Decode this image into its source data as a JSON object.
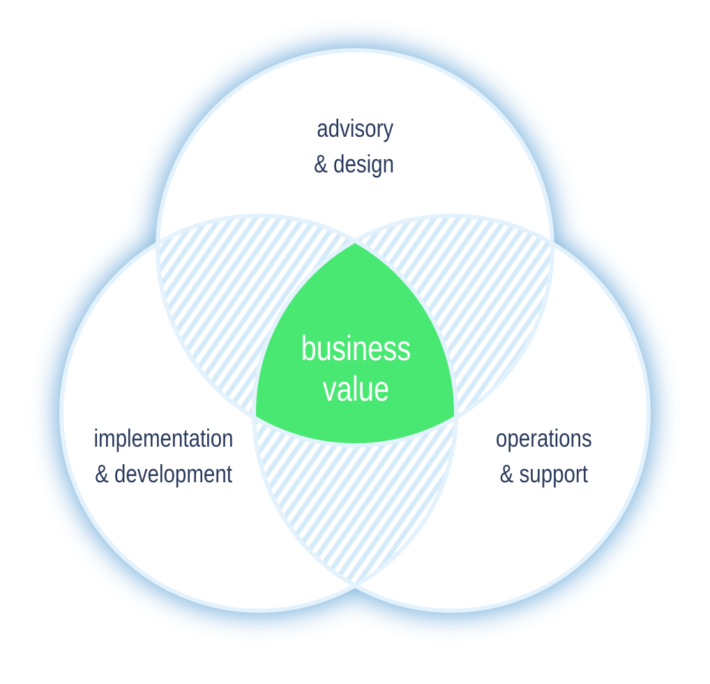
{
  "diagram": {
    "type": "venn",
    "sets": [
      {
        "id": "top",
        "label_lines": [
          "advisory",
          "& design"
        ]
      },
      {
        "id": "left",
        "label_lines": [
          "implementation",
          "& development"
        ]
      },
      {
        "id": "right",
        "label_lines": [
          "operations",
          "& support"
        ]
      }
    ],
    "center": {
      "label_lines": [
        "business",
        "value"
      ]
    },
    "colors": {
      "circle_fill": "#ffffff",
      "circle_stroke": "#e3f2fd",
      "glow": "#5a9fd4",
      "hatch": "#d6ebfa",
      "center_fill": "#48e872",
      "center_text": "#ffffff",
      "label_text": "#2b3a5c"
    }
  }
}
